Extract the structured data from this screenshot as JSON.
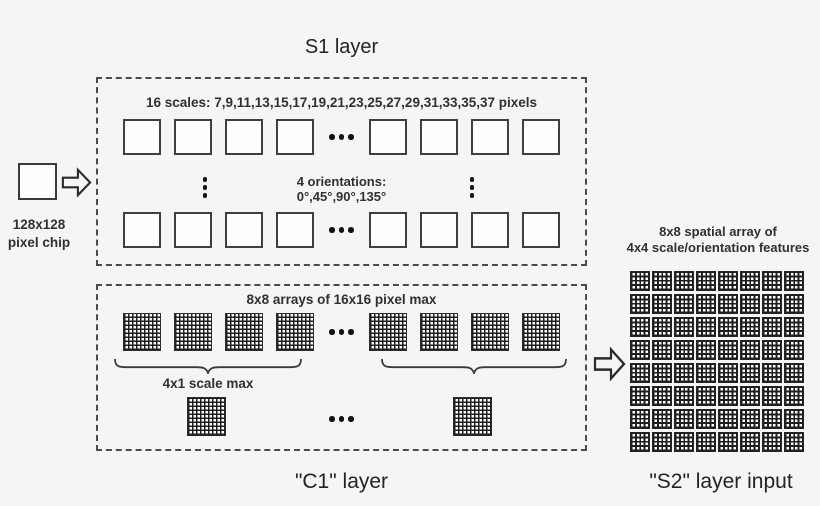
{
  "titles": {
    "s1": "S1 layer",
    "c1": "\"C1\" layer",
    "s2": "\"S2\" layer input"
  },
  "input": {
    "label_line1": "128x128",
    "label_line2": "pixel chip"
  },
  "s1_box": {
    "scales_text": "16 scales: 7,9,11,13,15,17,19,21,23,25,27,29,31,33,35,37 pixels",
    "orientations_line1": "4 orientations:",
    "orientations_line2": "0°,45°,90°,135°",
    "squares_per_group": 4
  },
  "c1_box": {
    "title": "8x8 arrays of 16x16 pixel max",
    "scale_max_label": "4x1 scale max",
    "grids_per_group": 4
  },
  "s2_panel": {
    "caption_line1": "8x8 spatial array of",
    "caption_line2": "4x4 scale/orientation features",
    "rows": 8,
    "cols": 8
  },
  "colors": {
    "background": "#f5f5f4",
    "line": "#2d2d2d",
    "text": "#2b2b2b"
  }
}
